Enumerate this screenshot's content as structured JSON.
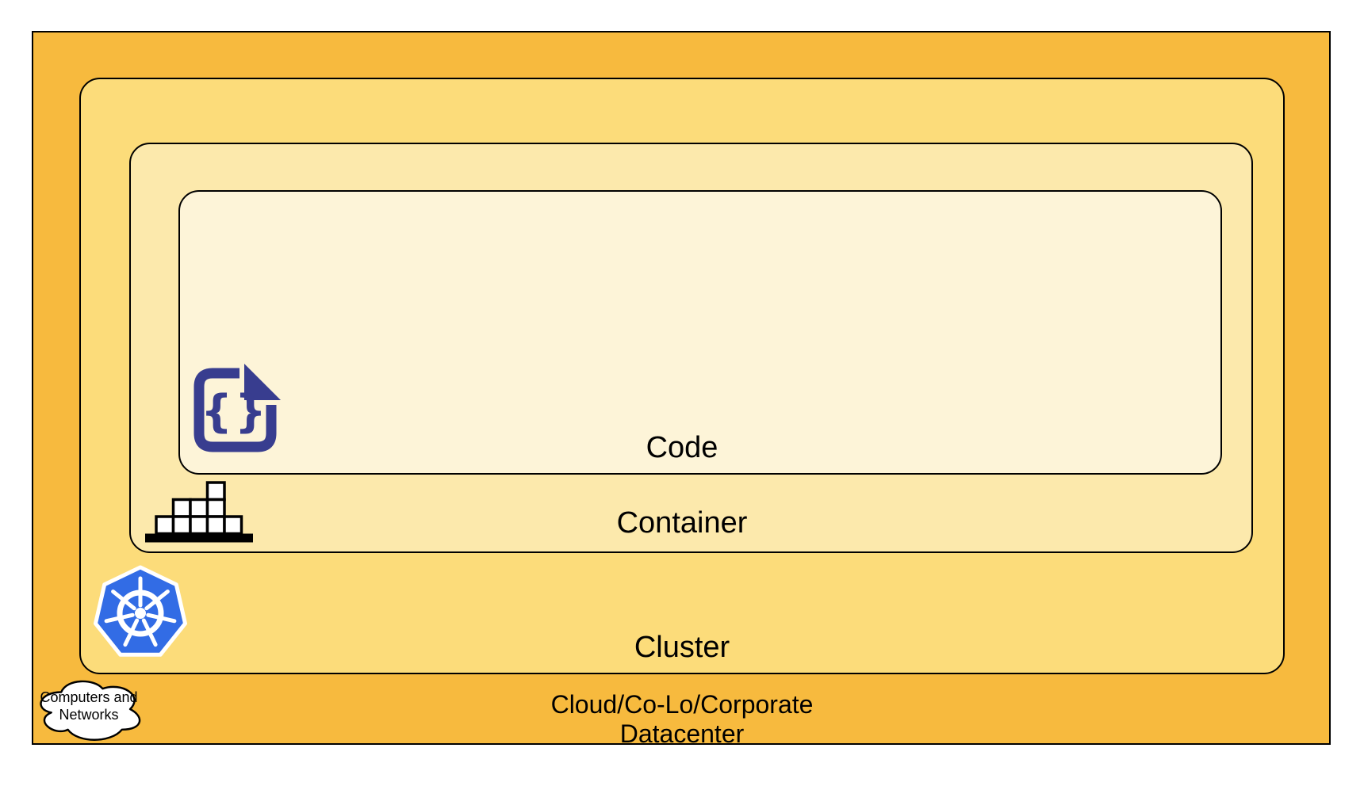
{
  "layers": {
    "code": {
      "label": "Code",
      "fill": "#FDF4D8"
    },
    "container": {
      "label": "Container",
      "fill": "#FCE9AC"
    },
    "cluster": {
      "label": "Cluster",
      "fill": "#FCDC7A"
    },
    "datacenter": {
      "label_line1": "Cloud/Co-Lo/Corporate",
      "label_line2": "Datacenter",
      "fill": "#F7BA3E"
    }
  },
  "icons": {
    "code_file": {
      "name": "code-file-icon",
      "glyph": "{}",
      "color": "#383D8F"
    },
    "container_stack": {
      "name": "container-stack-icon",
      "box_fill": "#FFFFFF",
      "line_color": "#000000"
    },
    "kubernetes": {
      "name": "kubernetes-icon",
      "color": "#326CE5",
      "wheel_color": "#FFFFFF"
    },
    "network_cloud": {
      "name": "computers-networks-cloud-icon",
      "fill": "#FFFFFF",
      "line1": "Computers and",
      "line2": "Networks"
    }
  },
  "colors": {
    "border": "#000000",
    "text": "#000000",
    "page_background": "#FFFFFF"
  }
}
